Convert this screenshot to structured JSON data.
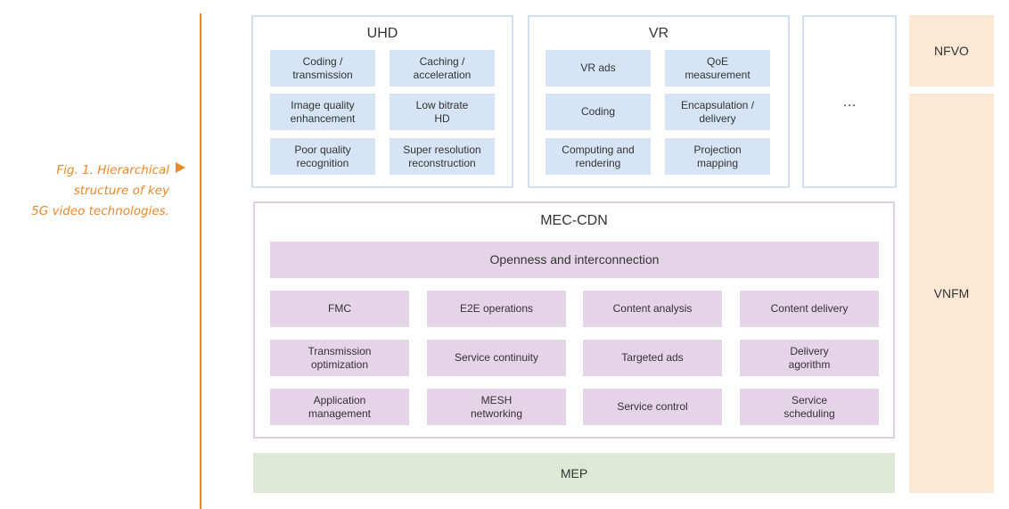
{
  "caption": {
    "line1": "Fig. 1. Hierarchical",
    "line2": "structure of key",
    "line3": "5G video technologies."
  },
  "uhd": {
    "title": "UHD",
    "cells": [
      "Coding /\ntransmission",
      "Caching /\nacceleration",
      "Image quality\nenhancement",
      "Low bitrate\nHD",
      "Poor quality\nrecognition",
      "Super resolution\nreconstruction"
    ]
  },
  "vr": {
    "title": "VR",
    "cells": [
      "VR ads",
      "QoE\nmeasurement",
      "Coding",
      "Encapsulation /\ndelivery",
      "Computing and\nrendering",
      "Projection\nmapping"
    ]
  },
  "more": {
    "label": "…"
  },
  "mec_cdn": {
    "title": "MEC-CDN",
    "banner": "Openness and interconnection",
    "cells": [
      "FMC",
      "E2E operations",
      "Content analysis",
      "Content delivery",
      "Transmission\noptimization",
      "Service continuity",
      "Targeted ads",
      "Delivery\nagorithm",
      "Application\nmanagement",
      "MESH\nnetworking",
      "Service control",
      "Service\nscheduling"
    ]
  },
  "mep": {
    "label": "MEP"
  },
  "nfvo": {
    "label": "NFVO"
  },
  "vnfm": {
    "label": "VNFM"
  }
}
